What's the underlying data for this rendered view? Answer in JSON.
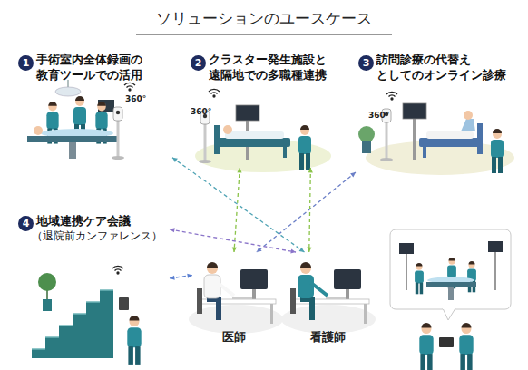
{
  "diagram": {
    "title": "ソリューションのユースケース",
    "nodes": [
      {
        "text": [
          "手術室内全体録画の 教育ツールでの活用"
        ]
      },
      {
        "text": [
          "1"
        ],
        "in": 0
      },
      {
        "text": [
          "クラスター発生施設と 遠隔地での多職種連携"
        ]
      },
      {
        "text": [
          "2"
        ],
        "in": 2
      },
      {
        "text": [
          "訪問診療の代替え としてのオンライン診療"
        ]
      },
      {
        "text": [
          "3"
        ],
        "in": 4
      },
      {
        "text": [
          "地域連携ケア会議",
          "（退院前カンファレンス）"
        ]
      },
      {
        "text": [
          "4"
        ],
        "in": 6
      },
      {
        "text": [
          "医師"
        ]
      },
      {
        "text": [
          "看護師"
        ]
      }
    ],
    "edges": [
      {
        "from": 0,
        "to": 9,
        "arrow": "both"
      },
      {
        "from": 4,
        "to": 8,
        "arrow": "both"
      },
      {
        "from": 2,
        "to": 8,
        "arrow": "both"
      },
      {
        "from": 2,
        "to": 9,
        "arrow": "both"
      },
      {
        "from": 6,
        "to": 8,
        "arrow": "both"
      },
      {
        "from": 6,
        "to": 9,
        "arrow": "both"
      }
    ],
    "labels": [
      "360°",
      "360°",
      "360°"
    ]
  }
}
